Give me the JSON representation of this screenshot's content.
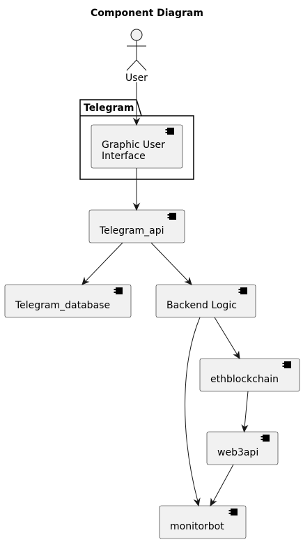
{
  "title": "Component Diagram",
  "actor": {
    "label": "User"
  },
  "package": {
    "label": "Telegram"
  },
  "components": {
    "gui": {
      "lines": [
        "Graphic User",
        "Interface"
      ]
    },
    "telegram_api": {
      "label": "Telegram_api"
    },
    "telegram_database": {
      "label": "Telegram_database"
    },
    "backend_logic": {
      "label": "Backend Logic"
    },
    "ethblockchain": {
      "label": "ethblockchain"
    },
    "web3api": {
      "label": "web3api"
    },
    "monitorbot": {
      "label": "monitorbot"
    }
  },
  "edges": [
    {
      "from": "User",
      "to": "Graphic User Interface"
    },
    {
      "from": "Graphic User Interface",
      "to": "Telegram_api"
    },
    {
      "from": "Telegram_api",
      "to": "Telegram_database"
    },
    {
      "from": "Telegram_api",
      "to": "Backend Logic"
    },
    {
      "from": "Backend Logic",
      "to": "ethblockchain"
    },
    {
      "from": "Backend Logic",
      "to": "monitorbot"
    },
    {
      "from": "ethblockchain",
      "to": "web3api"
    },
    {
      "from": "web3api",
      "to": "monitorbot"
    }
  ],
  "colors": {
    "component_fill": "#f1f1f1",
    "stroke": "#181818",
    "package_stroke": "#000000",
    "background": "#ffffff"
  }
}
